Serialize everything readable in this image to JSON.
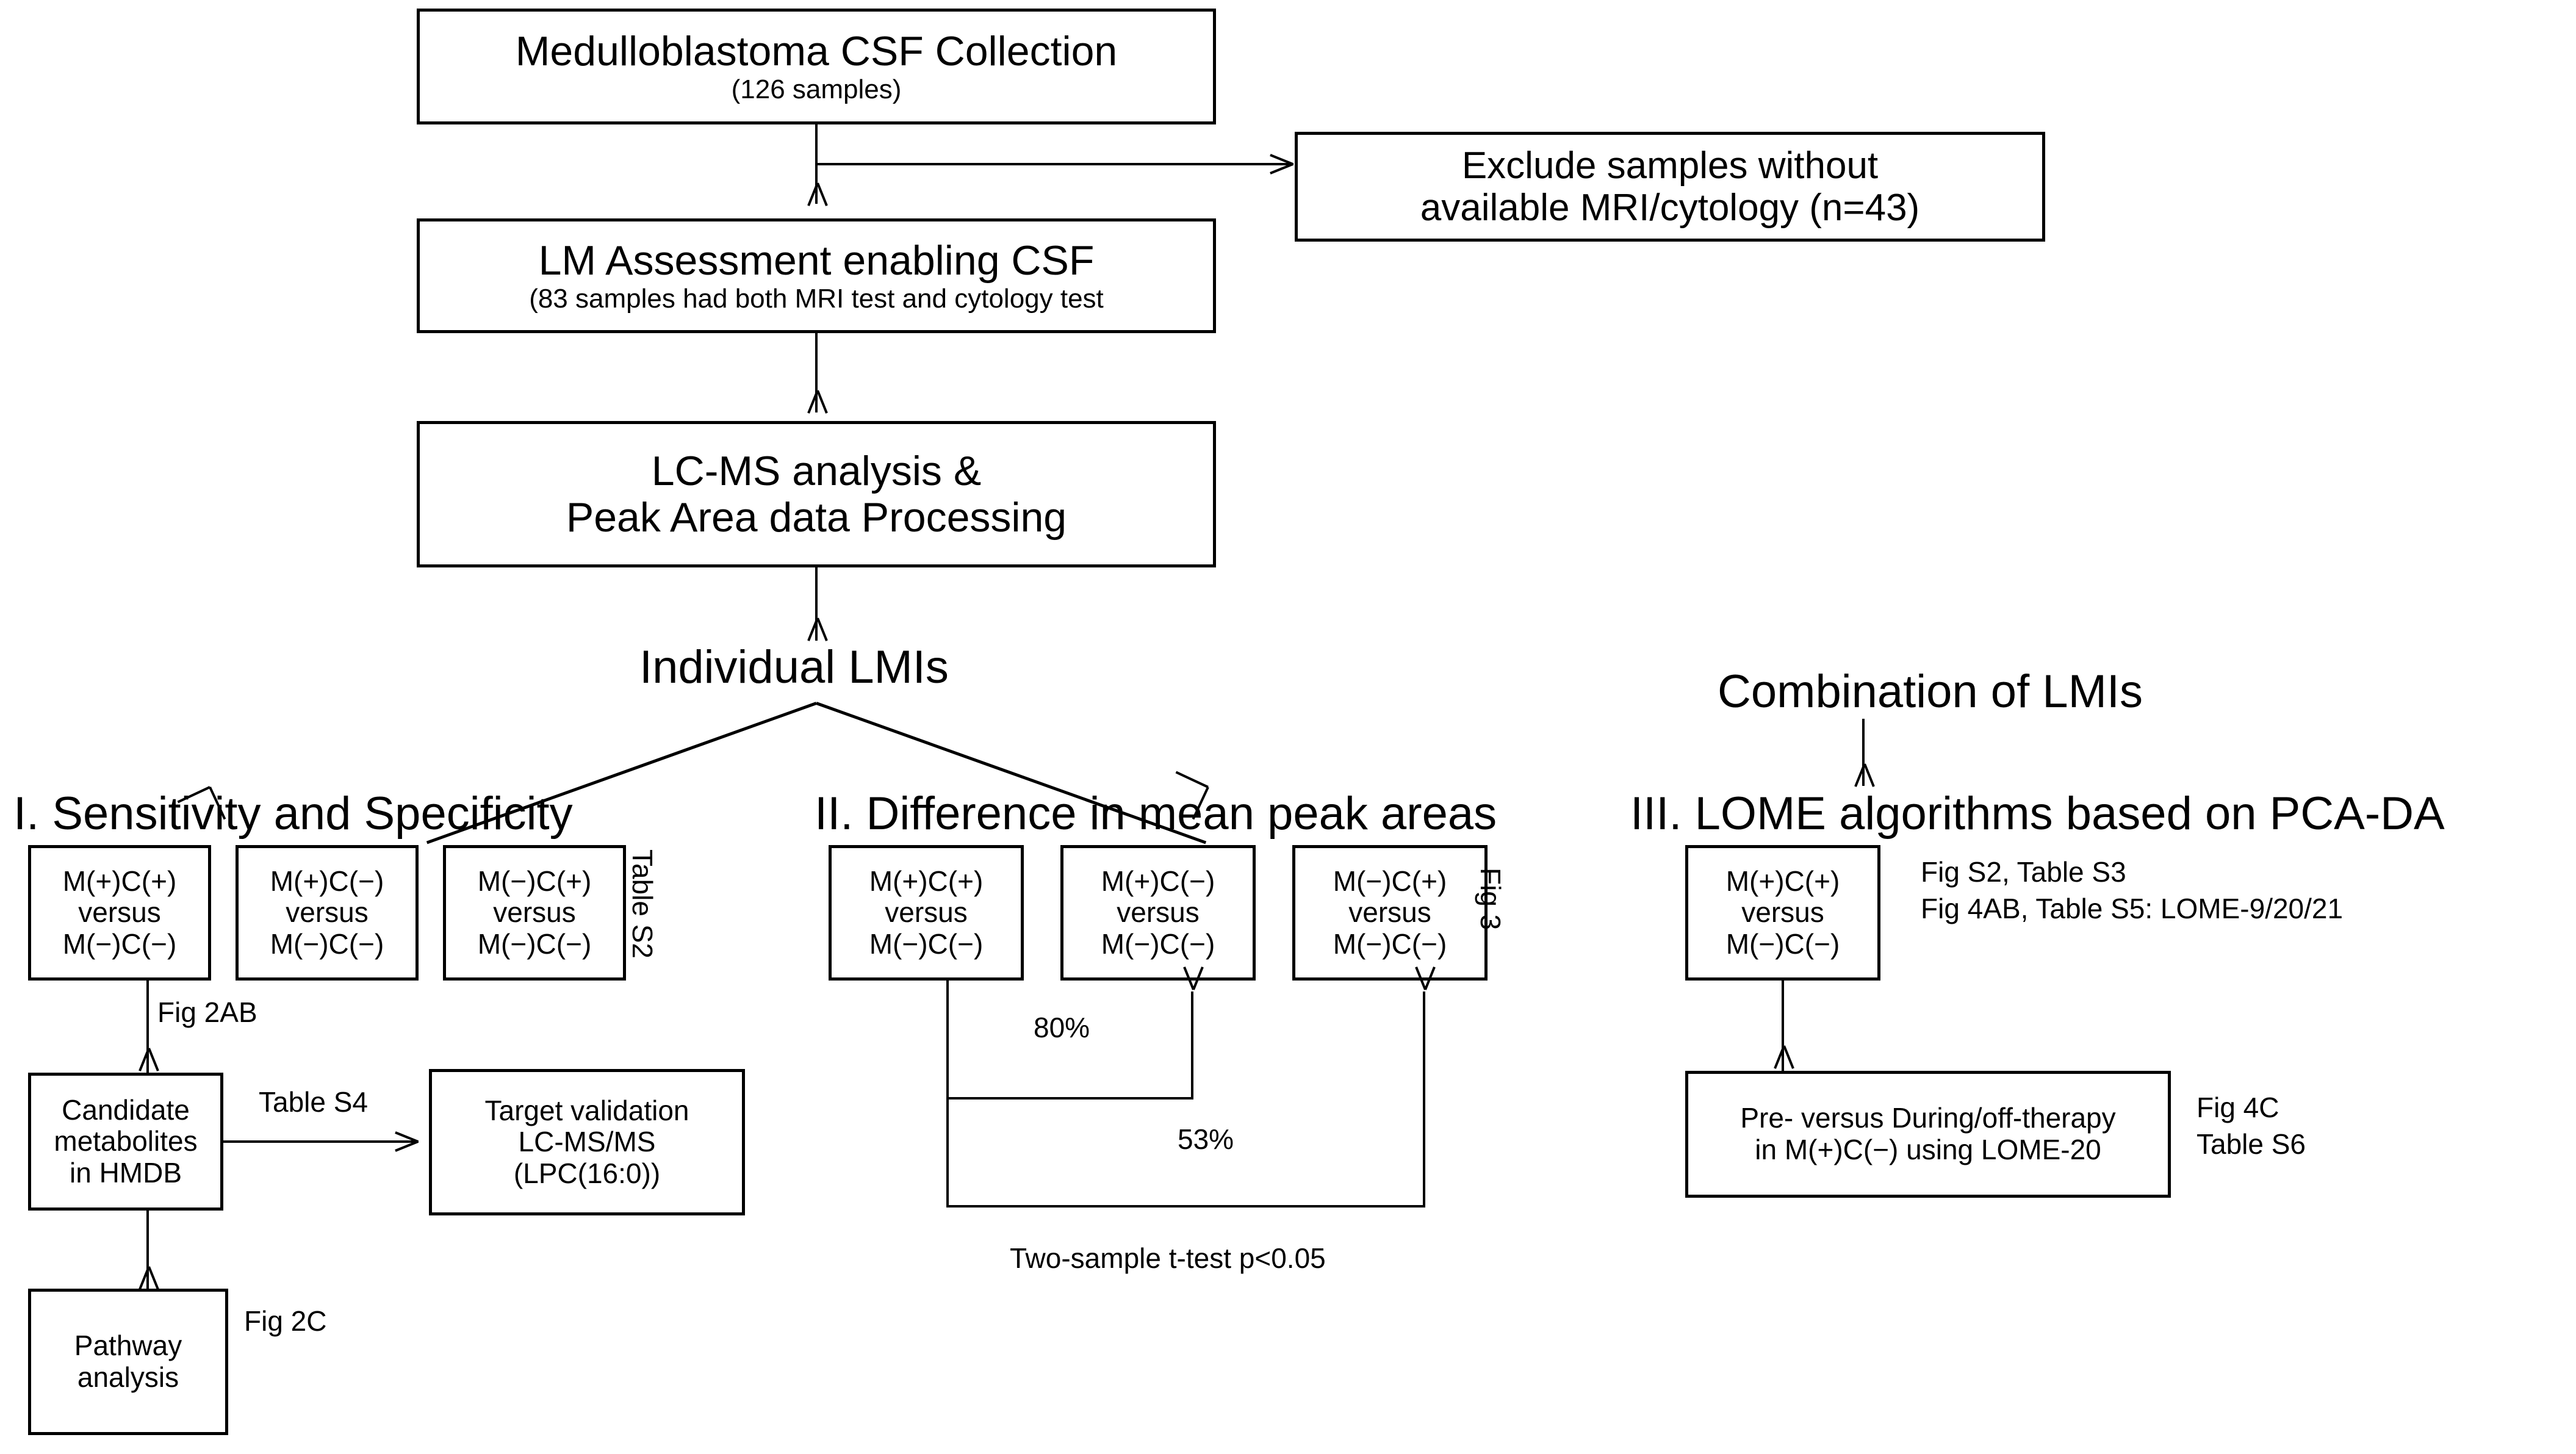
{
  "figure": {
    "type": "flowchart",
    "title": "Medulloblastoma CSF metabolomics study workflow"
  },
  "nodes": {
    "collection": {
      "line1": "Medulloblastoma CSF Collection",
      "line2": "(126 samples)"
    },
    "exclude": {
      "line1": "Exclude samples without",
      "line2": "available MRI/cytology (n=43)"
    },
    "lm_assessment": {
      "line1": "LM Assessment enabling CSF",
      "line2": "(83 samples had both MRI test and cytology test"
    },
    "lcms": {
      "line1": "LC-MS analysis &",
      "line2": "Peak Area data Processing"
    },
    "individual_lmis": "Individual LMIs",
    "combination_lmis": "Combination of LMIs"
  },
  "sections": {
    "one": {
      "heading": "I. Sensitivity and Specificity",
      "side_label": "Table S2",
      "comparisons": [
        {
          "line1": "M(+)C(+)",
          "line2": "versus",
          "line3": "M(−)C(−)"
        },
        {
          "line1": "M(+)C(−)",
          "line2": "versus",
          "line3": "M(−)C(−)"
        },
        {
          "line1": "M(−)C(+)",
          "line2": "versus",
          "line3": "M(−)C(−)"
        }
      ],
      "edge_label_fig2ab": "Fig 2AB",
      "candidate_box": {
        "line1": "Candidate",
        "line2": "metabolites",
        "line3": "in HMDB"
      },
      "edge_label_table_s4": "Table S4",
      "target_box": {
        "line1": "Target validation",
        "line2": "LC-MS/MS",
        "line3": "(LPC(16:0))"
      },
      "pathway_box": {
        "line1": "Pathway",
        "line2": "analysis"
      },
      "edge_label_fig2c": "Fig 2C"
    },
    "two": {
      "heading": "II. Difference in mean peak areas",
      "side_label": "Fig 3",
      "comparisons": [
        {
          "line1": "M(+)C(+)",
          "line2": "versus",
          "line3": "M(−)C(−)"
        },
        {
          "line1": "M(+)C(−)",
          "line2": "versus",
          "line3": "M(−)C(−)"
        },
        {
          "line1": "M(−)C(+)",
          "line2": "versus",
          "line3": "M(−)C(−)"
        }
      ],
      "overlap_labels": [
        "80%",
        "53%"
      ],
      "footnote": "Two-sample t-test p<0.05"
    },
    "three": {
      "heading": "III. LOME algorithms based on PCA-DA",
      "comparison": {
        "line1": "M(+)C(+)",
        "line2": "versus",
        "line3": "M(−)C(−)"
      },
      "annotations_top": [
        "Fig S2, Table S3",
        "Fig 4AB, Table S5: LOME-9/20/21"
      ],
      "therapy_box": {
        "line1": "Pre- versus During/off-therapy",
        "line2": "in M(+)C(−) using LOME-20"
      },
      "annotations_bottom": [
        "Fig 4C",
        "Table S6"
      ]
    }
  },
  "colors": {
    "stroke": "#000000",
    "background": "#ffffff"
  }
}
